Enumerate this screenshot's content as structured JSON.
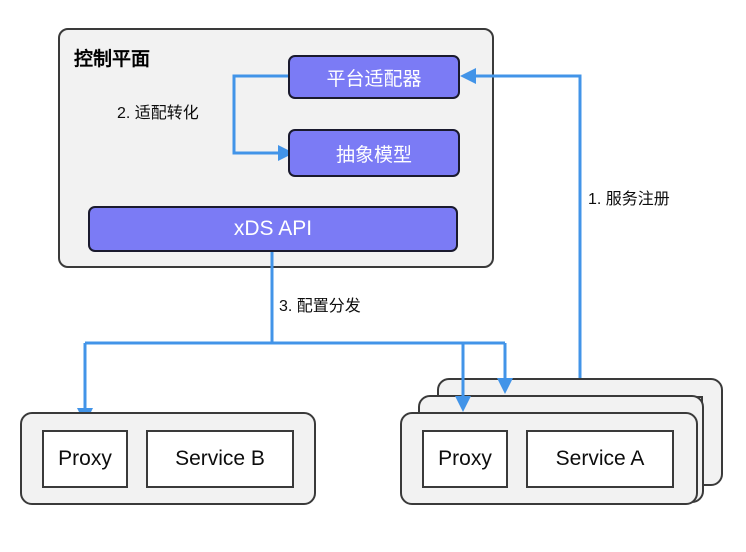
{
  "diagram": {
    "title_control_plane": "控制平面",
    "colors": {
      "accent_arrow": "#4294e8",
      "component_fill": "#7b7bf5",
      "panel_fill": "#f2f2f2",
      "stroke": "#3a3a3a",
      "text": "#0d0d0d"
    }
  },
  "control_plane": {
    "label": "控制平面",
    "components": [
      {
        "id": "platform-adapter",
        "label": "平台适配器",
        "font_size": "19px"
      },
      {
        "id": "abstract-model",
        "label": "抽象模型",
        "font_size": "19px"
      },
      {
        "id": "xds-api",
        "label": "xDS API",
        "font_size": "21px"
      }
    ]
  },
  "flows": [
    {
      "number": "1",
      "label": "1. 服务注册"
    },
    {
      "number": "2",
      "label": "2. 适配转化"
    },
    {
      "number": "3",
      "label": "3. 配置分发"
    }
  ],
  "workloads": {
    "left": {
      "id": "service-b-card",
      "boxes": [
        {
          "id": "proxy",
          "label": "Proxy"
        },
        {
          "id": "service",
          "label": "Service B"
        }
      ]
    },
    "right": {
      "id": "service-a-card",
      "stacked": true,
      "boxes": [
        {
          "id": "proxy",
          "label": "Proxy"
        },
        {
          "id": "service",
          "label": "Service A"
        }
      ]
    }
  }
}
